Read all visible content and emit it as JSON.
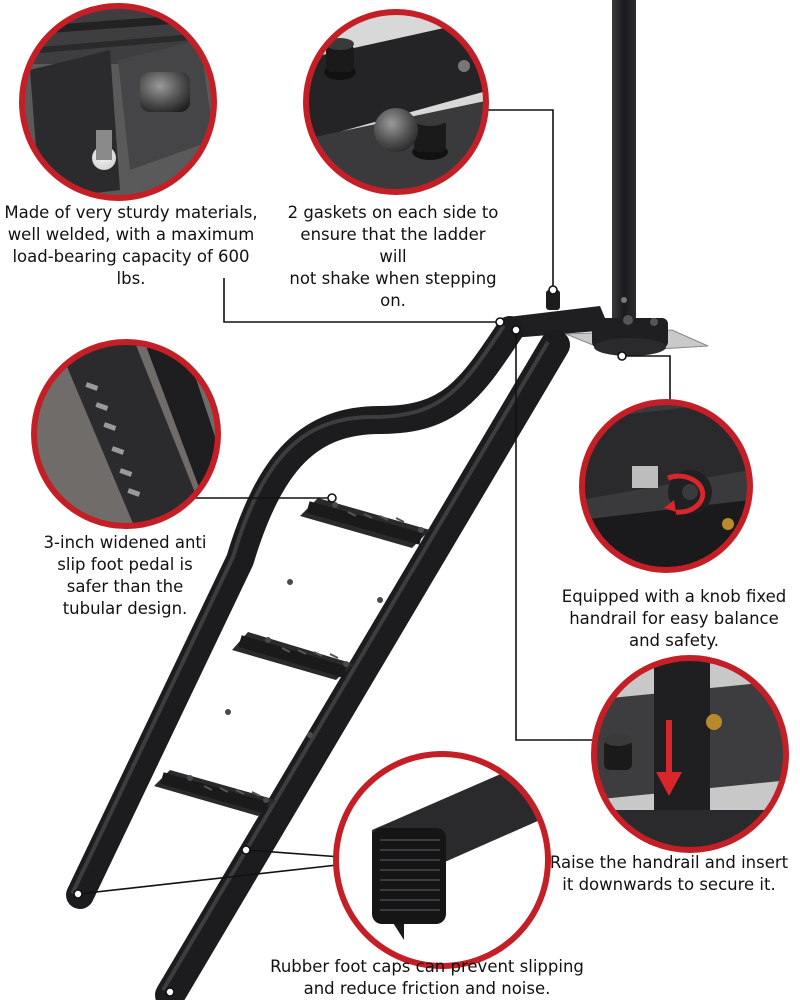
{
  "captions": {
    "materials": "Made of very sturdy materials,\nwell welded, with a maximum\nload-bearing capacity of 600\nlbs.",
    "gaskets": "2 gaskets on each side to\nensure that the ladder\nwill\nnot shake when stepping\non.",
    "pedal": "3-inch widened anti\nslip foot pedal is\nsafer than the\ntubular design.",
    "knob": "Equipped with a knob fixed\nhandrail for easy balance\nand safety.",
    "raise": "Raise the handrail and insert\nit downwards to secure it.",
    "caps": "Rubber foot caps can prevent slipping\nand reduce friction and noise."
  },
  "colors": {
    "ring": "#c41f26",
    "frame": "#1c1c1e",
    "leader": "#111111",
    "arrow": "#d9262b"
  }
}
